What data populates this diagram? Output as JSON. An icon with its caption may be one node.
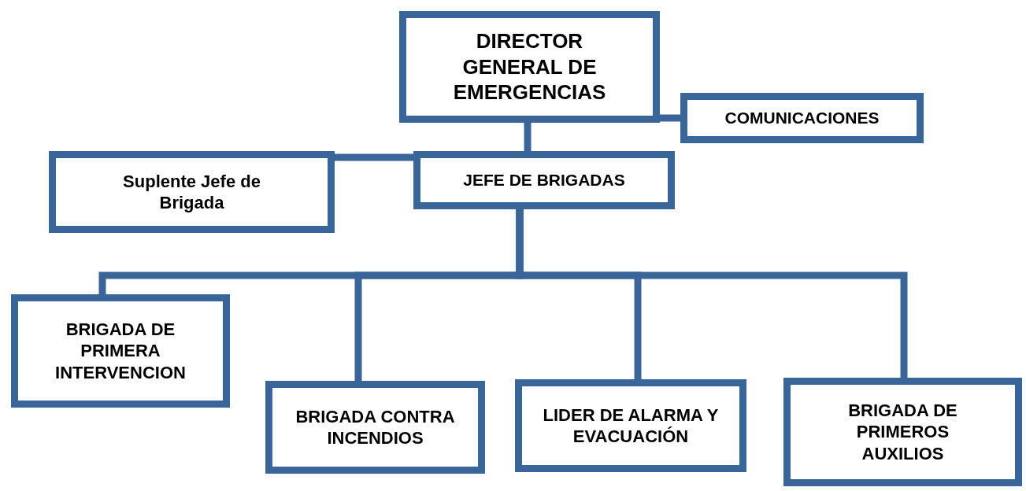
{
  "diagram": {
    "nodes": [
      {
        "text": [
          "DIRECTOR GENERAL DE EMERGENCIAS"
        ]
      },
      {
        "text": [
          "COMUNICACIONES"
        ]
      },
      {
        "text": [
          "Suplente Jefe de Brigada"
        ]
      },
      {
        "text": [
          "JEFE DE BRIGADAS"
        ]
      },
      {
        "text": [
          "BRIGADA DE PRIMERA INTERVENCION"
        ]
      },
      {
        "text": [
          "BRIGADA CONTRA INCENDIOS"
        ]
      },
      {
        "text": [
          "LIDER DE ALARMA Y  EVACUACIÓN"
        ]
      },
      {
        "text": [
          "BRIGADA DE PRIMEROS AUXILIOS"
        ]
      }
    ],
    "edges": [
      {
        "from": 0,
        "to": 3,
        "arrow": "none"
      },
      {
        "from": 0,
        "to": 1,
        "arrow": "none"
      },
      {
        "from": 3,
        "to": 2,
        "arrow": "none"
      },
      {
        "from": 3,
        "to": 4,
        "arrow": "none"
      },
      {
        "from": 3,
        "to": 5,
        "arrow": "none"
      },
      {
        "from": 3,
        "to": 6,
        "arrow": "none"
      },
      {
        "from": 3,
        "to": 7,
        "arrow": "none"
      }
    ]
  }
}
